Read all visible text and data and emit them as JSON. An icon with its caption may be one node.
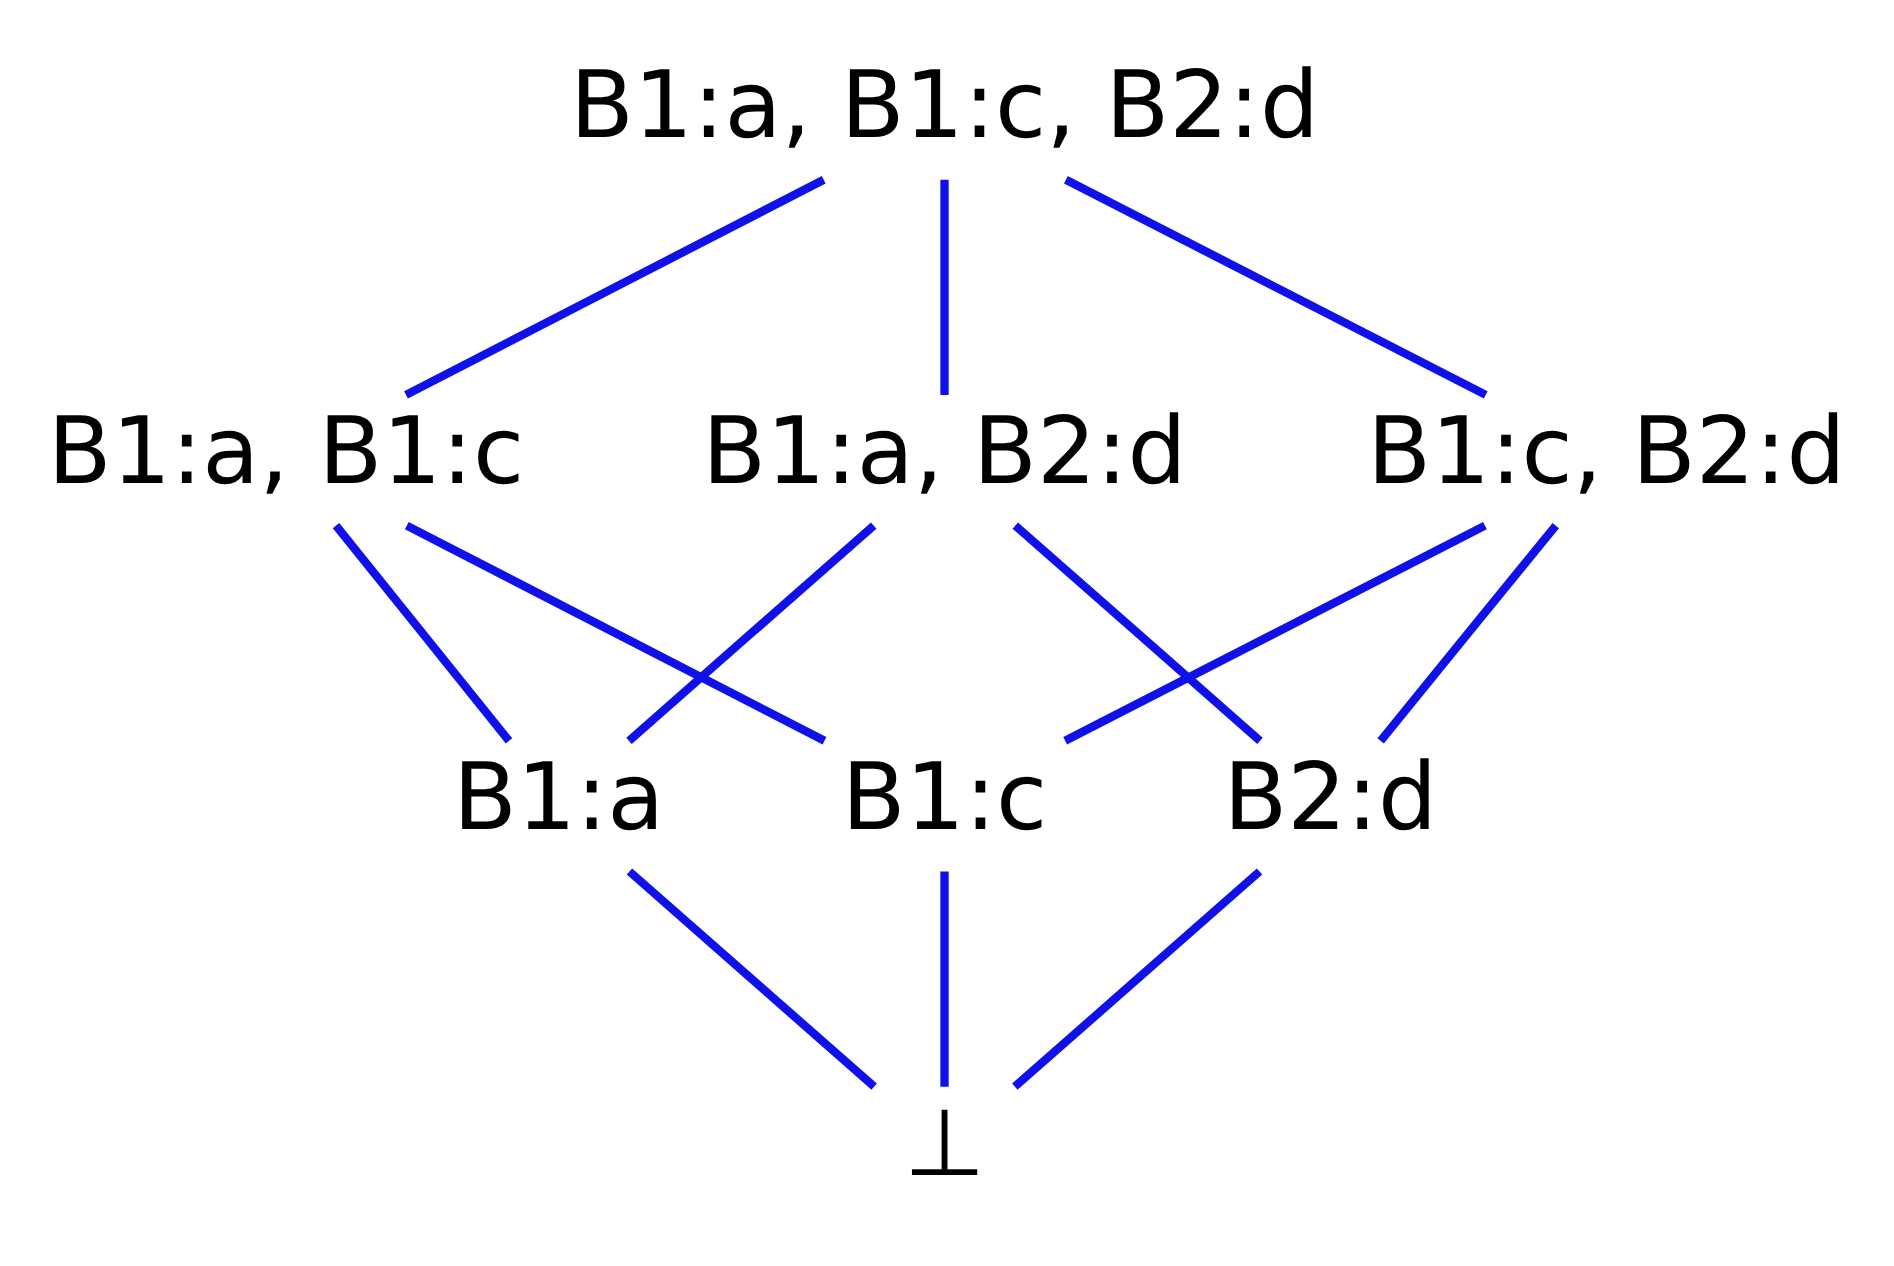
{
  "diagram": {
    "nodes": [
      {
        "text": [
          "B1:a, B1:c, B2:d"
        ]
      },
      {
        "text": [
          "B1:a, B1:c"
        ]
      },
      {
        "text": [
          "B1:a, B2:d"
        ]
      },
      {
        "text": [
          "B1:c, B2:d"
        ]
      },
      {
        "text": [
          "B1:a"
        ]
      },
      {
        "text": [
          "B1:c"
        ]
      },
      {
        "text": [
          "B2:d"
        ]
      },
      {
        "text": [
          "⊥"
        ]
      }
    ],
    "edges": [
      {
        "from": 0,
        "to": 1,
        "arrow": "none"
      },
      {
        "from": 0,
        "to": 2,
        "arrow": "none"
      },
      {
        "from": 0,
        "to": 3,
        "arrow": "none"
      },
      {
        "from": 1,
        "to": 4,
        "arrow": "none"
      },
      {
        "from": 1,
        "to": 5,
        "arrow": "none"
      },
      {
        "from": 2,
        "to": 4,
        "arrow": "none"
      },
      {
        "from": 2,
        "to": 6,
        "arrow": "none"
      },
      {
        "from": 3,
        "to": 5,
        "arrow": "none"
      },
      {
        "from": 3,
        "to": 6,
        "arrow": "none"
      },
      {
        "from": 4,
        "to": 7,
        "arrow": "none"
      },
      {
        "from": 5,
        "to": 7,
        "arrow": "none"
      },
      {
        "from": 6,
        "to": 7,
        "arrow": "none"
      }
    ]
  }
}
